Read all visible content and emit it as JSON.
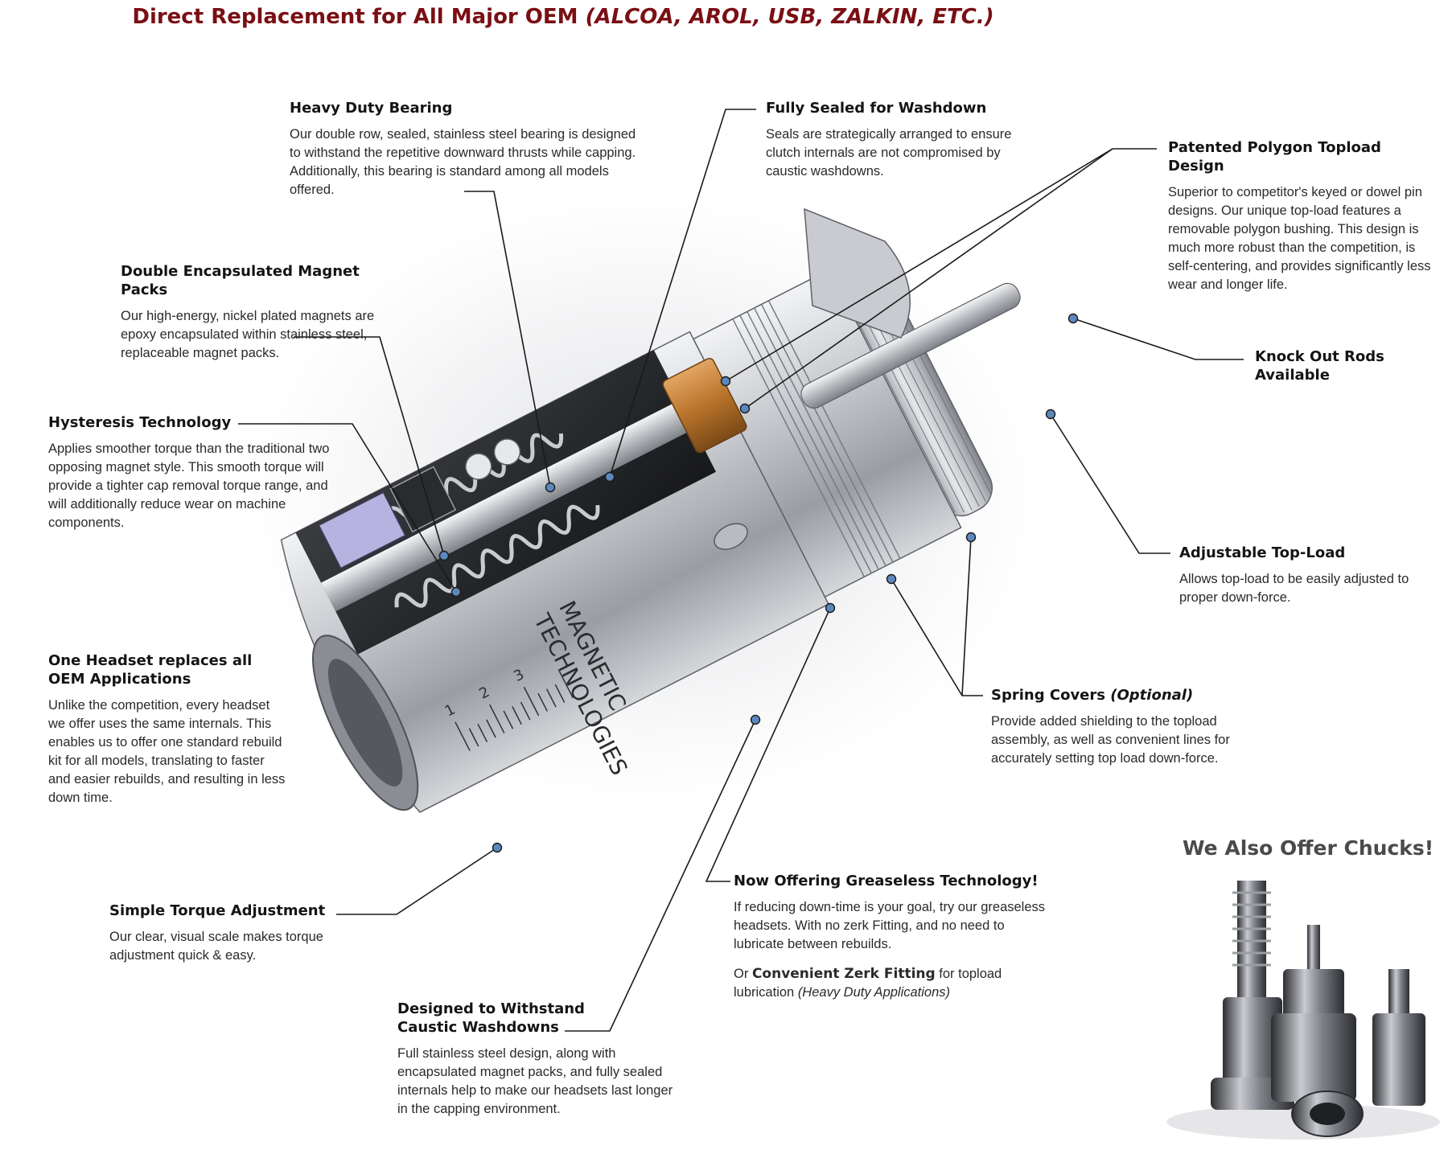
{
  "header": {
    "title_main": "Direct Replacement for All Major OEM",
    "title_oem": "(ALCOA, AROL, USB, ZALKIN, ETC.)"
  },
  "product": {
    "brand_line1": "MAGNETIC",
    "brand_line2": "TECHNOLOGIES",
    "scale_numbers": [
      "1",
      "2",
      "3"
    ]
  },
  "callouts": {
    "heavy_duty_bearing": {
      "title": "Heavy Duty Bearing",
      "body": "Our double row, sealed, stainless steel bearing is designed to withstand the repetitive downward thrusts while capping. Additionally, this bearing is standard among all models offered."
    },
    "fully_sealed": {
      "title": "Fully Sealed for Washdown",
      "body": "Seals are strategically arranged to ensure clutch internals are not compromised by caustic washdowns."
    },
    "polygon_topload": {
      "title": "Patented Polygon Topload Design",
      "body": "Superior to competitor's keyed or dowel pin designs. Our unique top-load features a removable polygon bushing. This design is much more robust than the competition, is self-centering, and provides significantly less wear and longer life."
    },
    "magnet_packs": {
      "title": "Double Encapsulated Magnet Packs",
      "body": "Our high-energy, nickel plated magnets are epoxy encapsulated within stainless steel, replaceable magnet packs."
    },
    "knock_out_rods": {
      "title_line1": "Knock Out Rods",
      "title_line2": "Available"
    },
    "hysteresis": {
      "title": "Hysteresis Technology",
      "body": "Applies smoother torque than the traditional two opposing magnet style. This smooth torque will provide a tighter cap removal torque range, and will additionally reduce wear on machine components."
    },
    "adjustable_topload": {
      "title": "Adjustable Top-Load",
      "body": "Allows top-load to be easily adjusted to proper down-force."
    },
    "one_headset": {
      "title_line1": "One Headset replaces all",
      "title_line2": "OEM Applications",
      "body": "Unlike the competition, every headset we offer uses the same internals. This enables us to offer one standard rebuild kit for all models, translating to faster and easier rebuilds, and resulting in less down time."
    },
    "spring_covers": {
      "title": "Spring Covers",
      "title_optional": "(Optional)",
      "body": "Provide added shielding to the topload assembly, as well as convenient lines for accurately setting top load down-force."
    },
    "greaseless": {
      "title": "Now Offering Greaseless Technology!",
      "body": "If reducing down-time is your goal, try our greaseless headsets. With no zerk Fitting, and no need to lubricate between rebuilds.",
      "zerk_prefix": "Or",
      "zerk_bold": "Convenient Zerk Fitting",
      "zerk_suffix": "for topload lubrication",
      "zerk_italic": "(Heavy Duty Applications)"
    },
    "simple_torque": {
      "title": "Simple Torque Adjustment",
      "body": "Our clear, visual scale makes torque adjustment quick & easy."
    },
    "caustic": {
      "title_line1": "Designed to Withstand",
      "title_line2": "Caustic Washdowns",
      "body": "Full stainless steel design, along with encapsulated magnet packs, and fully sealed internals help to make our headsets last longer in the capping environment."
    }
  },
  "chucks": {
    "heading": "We Also Offer Chucks!"
  },
  "colors": {
    "title_red": "#7a0f14",
    "steel_light": "#d9dadd",
    "steel_dark": "#6f7278",
    "bronze": "#b8732a",
    "magnet_purple": "#b7b2df",
    "pointer_blue": "#5d88bf"
  }
}
